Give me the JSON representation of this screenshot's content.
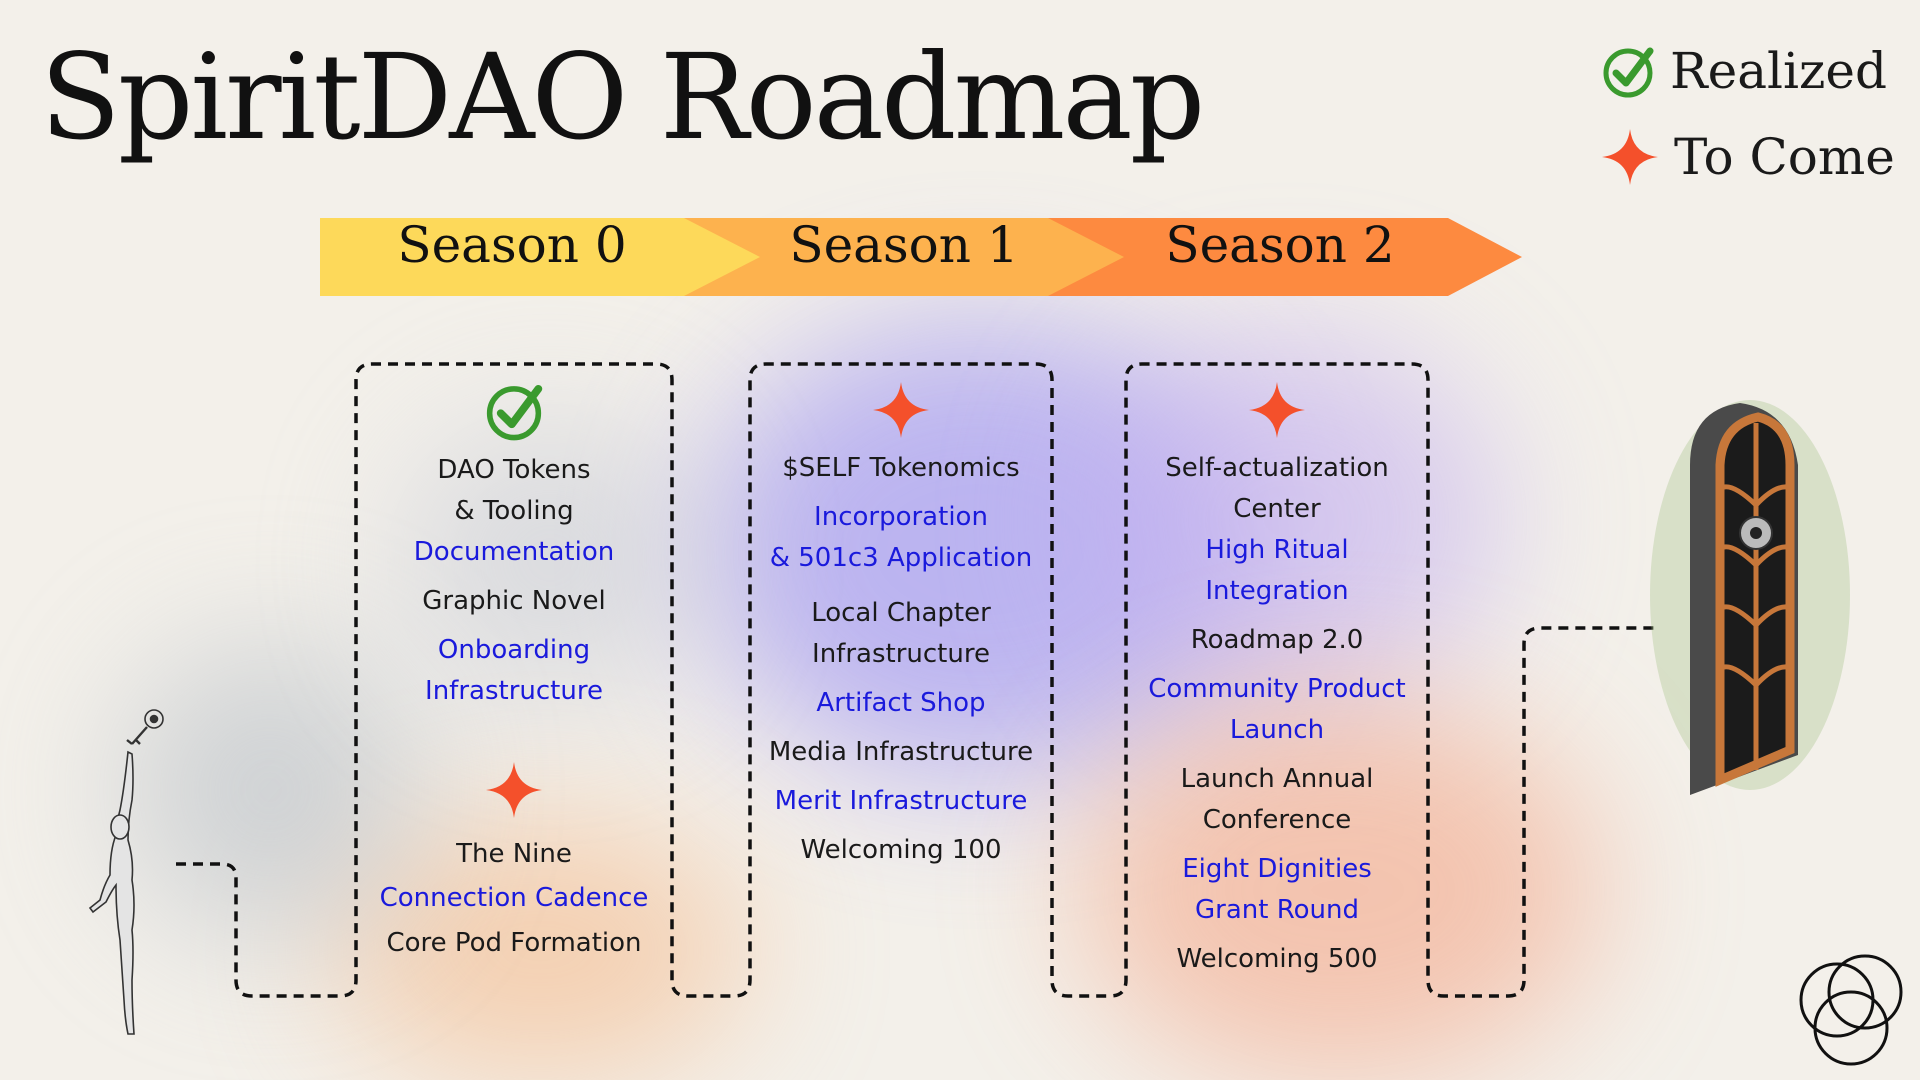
{
  "title": "SpiritDAO Roadmap",
  "legend": [
    {
      "label": "Realized",
      "icon": "check-icon"
    },
    {
      "label": "To Come",
      "icon": "star-icon"
    }
  ],
  "colors": {
    "season0": "#fdd95a",
    "season1": "#fdb24e",
    "season2": "#fd8a40",
    "realized": "#3a9a2e",
    "to_come": "#f4502b",
    "link": "#1a1adc",
    "text": "#1a1a1a"
  },
  "seasons": [
    {
      "label": "Season 0",
      "groups": [
        {
          "status": "realized",
          "items": [
            {
              "text": "DAO Tokens\n& Tooling",
              "link": false
            },
            {
              "text": "Documentation",
              "link": true
            },
            {
              "text": "Graphic Novel",
              "link": false
            },
            {
              "text": "Onboarding\nInfrastructure",
              "link": true
            }
          ]
        },
        {
          "status": "to_come",
          "items": [
            {
              "text": "The Nine",
              "link": false
            },
            {
              "text": "Connection Cadence",
              "link": true
            },
            {
              "text": "Core Pod Formation",
              "link": false
            }
          ]
        }
      ]
    },
    {
      "label": "Season 1",
      "groups": [
        {
          "status": "to_come",
          "items": [
            {
              "text": "$SELF Tokenomics",
              "link": false
            },
            {
              "text": "Incorporation\n& 501c3 Application",
              "link": true
            },
            {
              "text": "Local Chapter\nInfrastructure",
              "link": false
            },
            {
              "text": "Artifact Shop",
              "link": true
            },
            {
              "text": "Media Infrastructure",
              "link": false
            },
            {
              "text": "Merit Infrastructure",
              "link": true
            },
            {
              "text": "Welcoming 100",
              "link": false
            }
          ]
        }
      ]
    },
    {
      "label": "Season 2",
      "groups": [
        {
          "status": "to_come",
          "items": [
            {
              "text": "Self-actualization\nCenter",
              "link": false
            },
            {
              "text": "High Ritual\nIntegration",
              "link": true
            },
            {
              "text": "Roadmap 2.0",
              "link": false
            },
            {
              "text": "Community Product\nLaunch",
              "link": true
            },
            {
              "text": "Launch Annual\nConference",
              "link": false
            },
            {
              "text": "Eight Dignities\nGrant Round",
              "link": true
            },
            {
              "text": "Welcoming 500",
              "link": false
            }
          ]
        }
      ]
    }
  ]
}
